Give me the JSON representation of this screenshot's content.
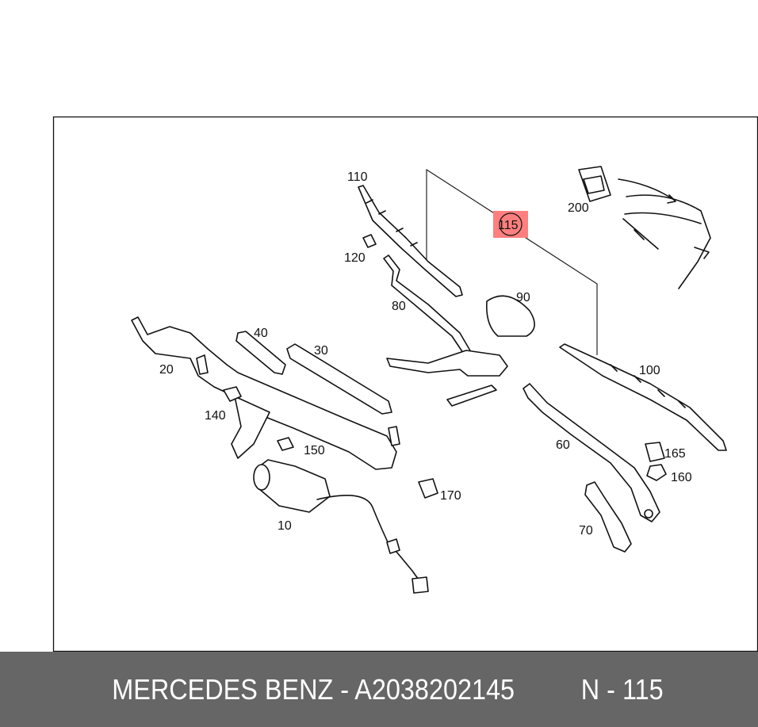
{
  "diagram": {
    "callouts": [
      "110",
      "115",
      "200",
      "120",
      "90",
      "80",
      "40",
      "30",
      "20",
      "140",
      "100",
      "150",
      "60",
      "165",
      "160",
      "170",
      "10",
      "70"
    ],
    "highlighted_callout": "115",
    "highlight_color": "#ff7f7f"
  },
  "footer": {
    "brand_part": "MERCEDES BENZ - A2038202145",
    "page_ref": "N - 115",
    "background_color": "#666666"
  }
}
